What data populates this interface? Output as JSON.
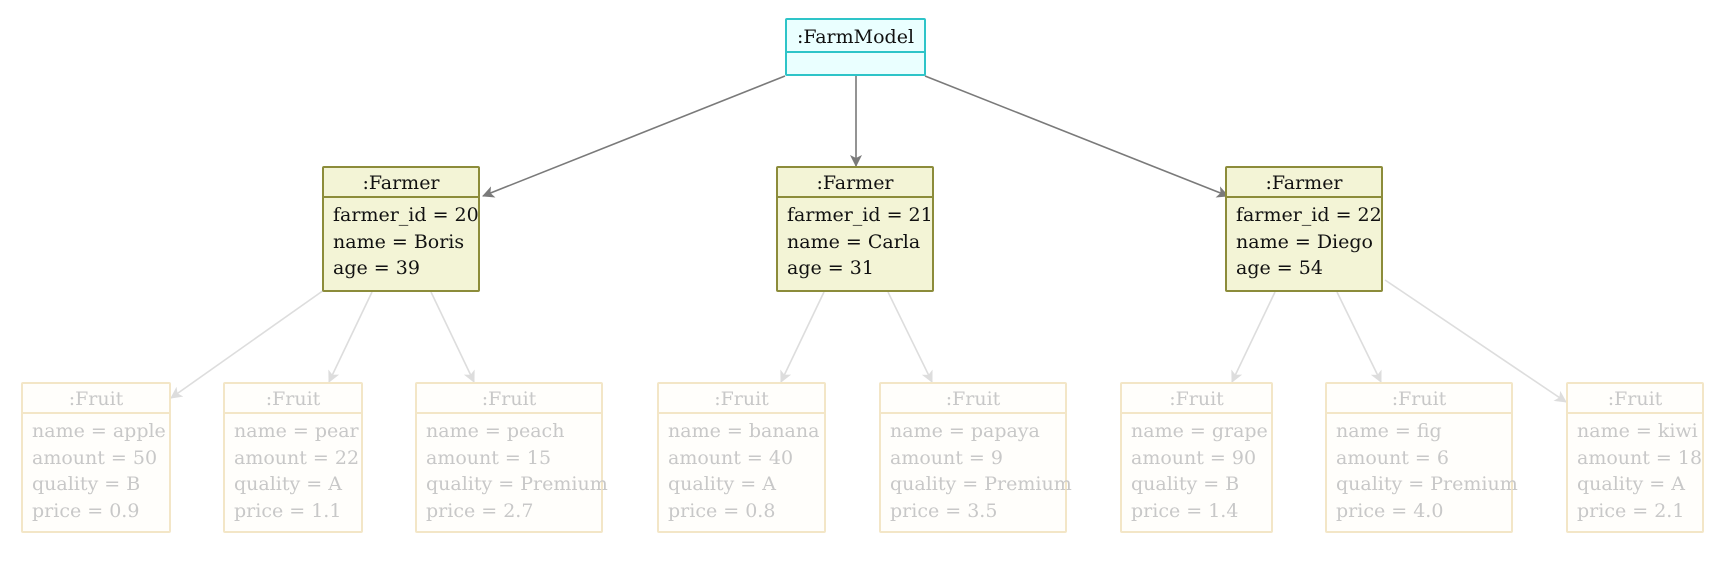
{
  "colors": {
    "model_fill": "#eaffff",
    "model_border": "#2ec4c8",
    "farmer_fill": "#f3f4d6",
    "farmer_border": "#8c8c3a",
    "fruit_fill": "#fffefb",
    "fruit_border": "#f3e6c7",
    "edge_main": "#7a7a7a",
    "edge_faded": "#dddddd"
  },
  "model": {
    "title": ":FarmModel"
  },
  "farmers": [
    {
      "title": ":Farmer",
      "attrs": [
        "farmer_id = 20",
        "name = Boris",
        "age = 39"
      ]
    },
    {
      "title": ":Farmer",
      "attrs": [
        "farmer_id = 21",
        "name = Carla",
        "age = 31"
      ]
    },
    {
      "title": ":Farmer",
      "attrs": [
        "farmer_id = 22",
        "name = Diego",
        "age = 54"
      ]
    }
  ],
  "fruits": [
    {
      "title": ":Fruit",
      "attrs": [
        "name = apple",
        "amount = 50",
        "quality = B",
        "price = 0.9"
      ]
    },
    {
      "title": ":Fruit",
      "attrs": [
        "name = pear",
        "amount = 22",
        "quality = A",
        "price = 1.1"
      ]
    },
    {
      "title": ":Fruit",
      "attrs": [
        "name = peach",
        "amount = 15",
        "quality = Premium",
        "price = 2.7"
      ]
    },
    {
      "title": ":Fruit",
      "attrs": [
        "name = banana",
        "amount = 40",
        "quality = A",
        "price = 0.8"
      ]
    },
    {
      "title": ":Fruit",
      "attrs": [
        "name = papaya",
        "amount = 9",
        "quality = Premium",
        "price = 3.5"
      ]
    },
    {
      "title": ":Fruit",
      "attrs": [
        "name = grape",
        "amount = 90",
        "quality = B",
        "price = 1.4"
      ]
    },
    {
      "title": ":Fruit",
      "attrs": [
        "name = fig",
        "amount = 6",
        "quality = Premium",
        "price = 4.0"
      ]
    },
    {
      "title": ":Fruit",
      "attrs": [
        "name = kiwi",
        "amount = 18",
        "quality = A",
        "price = 2.1"
      ]
    }
  ]
}
